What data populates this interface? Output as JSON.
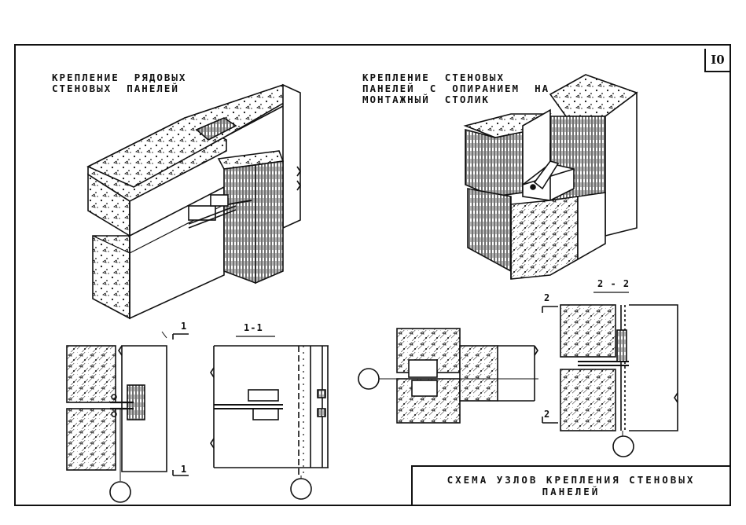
{
  "sheet_number": "I0",
  "captions": {
    "left_line1": "КРЕПЛЕНИЕ  РЯДОВЫХ",
    "left_line2": "СТЕНОВЫХ  ПАНЕЛЕЙ",
    "right_line1": "КРЕПЛЕНИЕ  СТЕНОВЫХ",
    "right_line2": "ПАНЕЛЕЙ  С  ОПИРАНИЕМ  НА",
    "right_line3": "МОНТАЖНЫЙ  СТОЛИК"
  },
  "section_labels": {
    "section_1_1": "1-1",
    "section_2_2": "2 - 2",
    "mark_1_top": "1",
    "mark_1_bottom": "1",
    "mark_2_top": "2",
    "mark_2_bottom": "2"
  },
  "title_block": {
    "line1": "СХЕМА  УЗЛОВ  КРЕПЛЕНИЯ  СТЕНОВЫХ",
    "line2": "ПАНЕЛЕЙ"
  }
}
